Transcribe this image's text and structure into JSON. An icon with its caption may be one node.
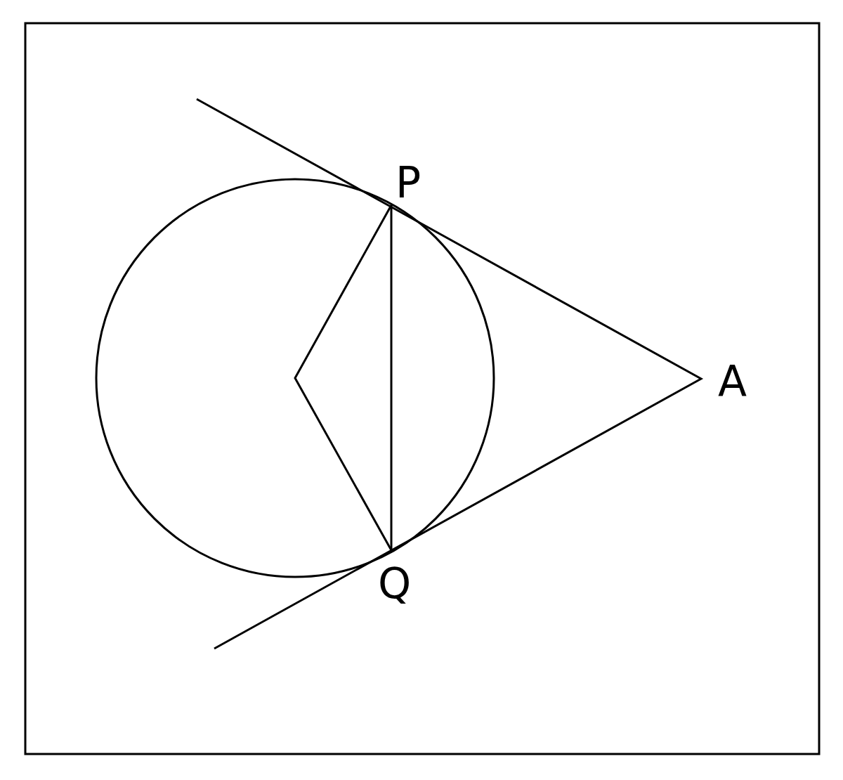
{
  "diagram": {
    "labels": [
      "P",
      "A",
      "Q"
    ]
  }
}
